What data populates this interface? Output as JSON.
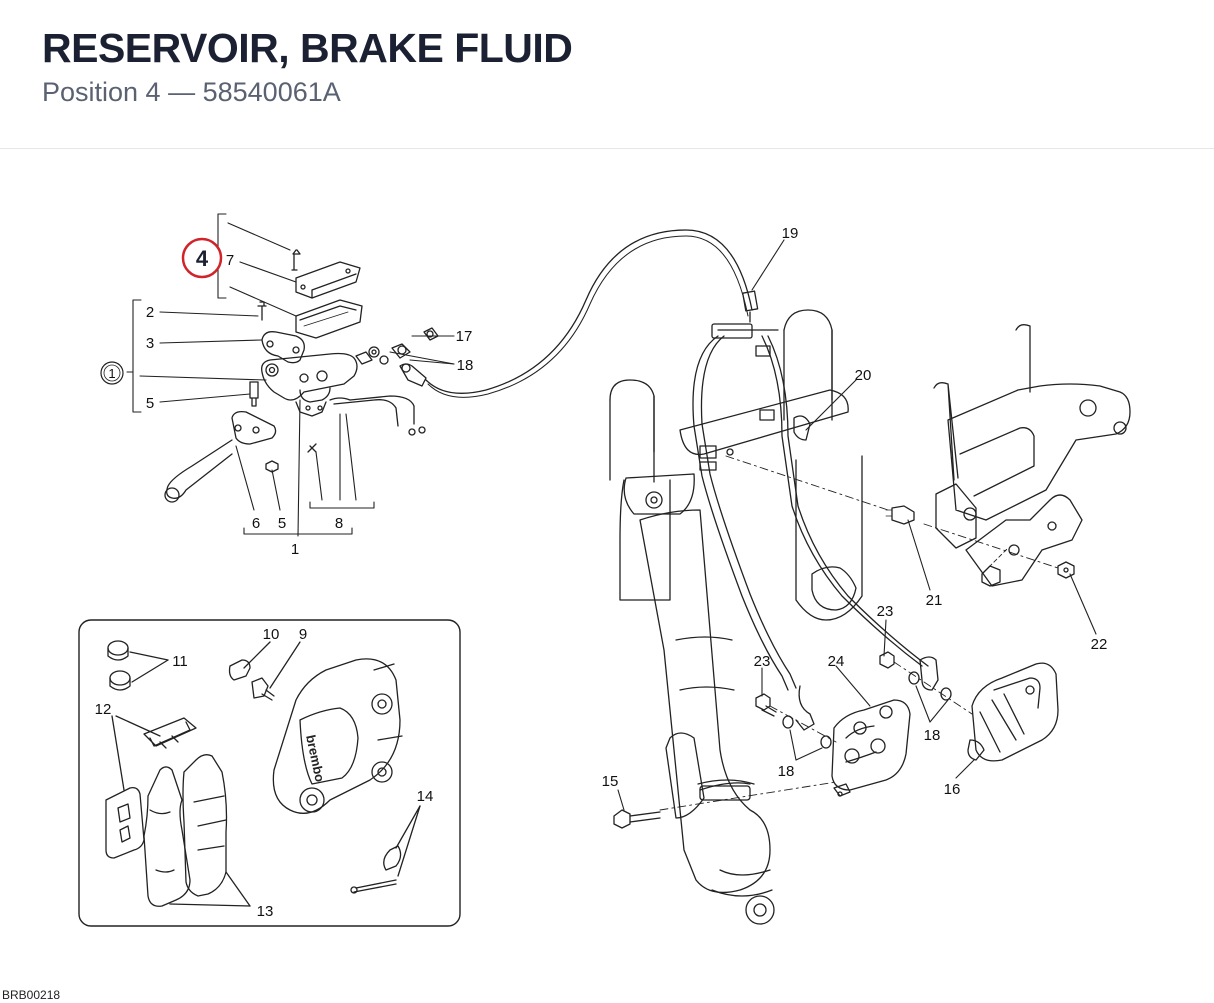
{
  "header": {
    "title": "RESERVOIR, BRAKE FLUID",
    "position_label": "Position 4",
    "separator": "—",
    "part_number": "58540061A"
  },
  "diagram": {
    "highlighted_callout": "4",
    "highlight_color": "#d0232a",
    "callouts": {
      "c1": "1",
      "c1b": "1",
      "c2": "2",
      "c3": "3",
      "c5a": "5",
      "c5b": "5",
      "c6": "6",
      "c7": "7",
      "c8": "8",
      "c9": "9",
      "c10": "10",
      "c11": "11",
      "c12": "12",
      "c13": "13",
      "c14": "14",
      "c15": "15",
      "c16": "16",
      "c17": "17",
      "c18a": "18",
      "c18b": "18",
      "c18c": "18",
      "c19": "19",
      "c20": "20",
      "c21": "21",
      "c22": "22",
      "c23a": "23",
      "c23b": "23",
      "c24": "24"
    },
    "caliper_logo": "brembo"
  },
  "footer": {
    "drawing_code": "BRB00218"
  }
}
